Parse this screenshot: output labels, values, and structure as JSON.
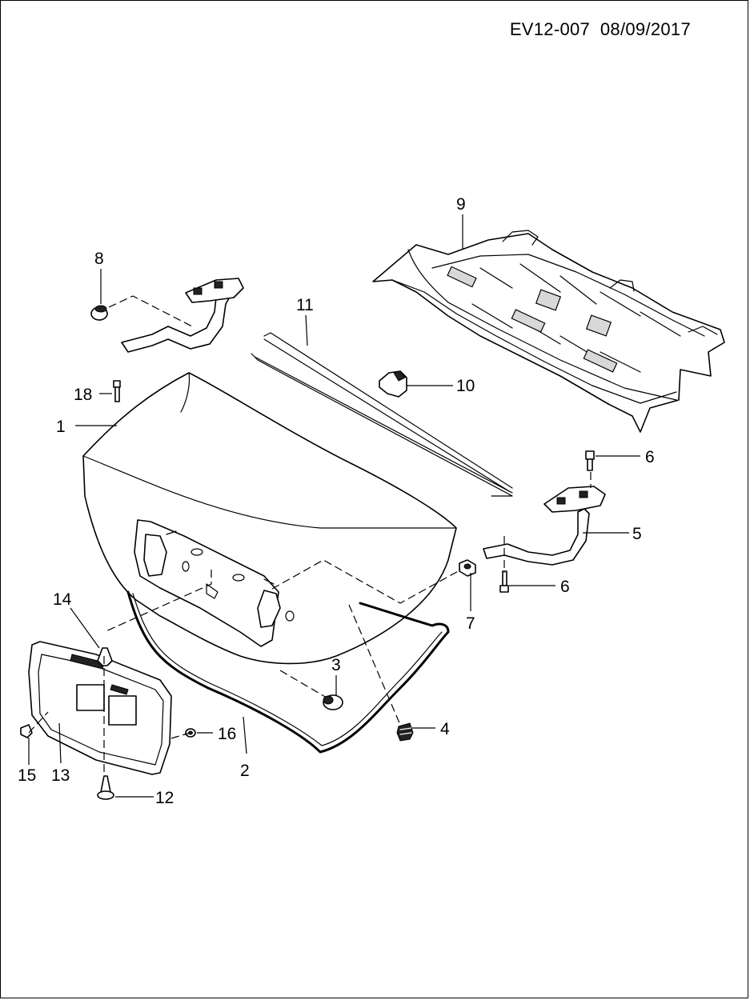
{
  "header": {
    "sheet_code": "EV12-007  08/09/2017"
  },
  "callouts": [
    {
      "id": "1",
      "label": "1"
    },
    {
      "id": "2",
      "label": "2"
    },
    {
      "id": "3",
      "label": "3"
    },
    {
      "id": "4",
      "label": "4"
    },
    {
      "id": "5",
      "label": "5"
    },
    {
      "id": "6a",
      "label": "6"
    },
    {
      "id": "6b",
      "label": "6"
    },
    {
      "id": "7",
      "label": "7"
    },
    {
      "id": "8",
      "label": "8"
    },
    {
      "id": "9",
      "label": "9"
    },
    {
      "id": "10",
      "label": "10"
    },
    {
      "id": "11",
      "label": "11"
    },
    {
      "id": "12",
      "label": "12"
    },
    {
      "id": "13",
      "label": "13"
    },
    {
      "id": "14",
      "label": "14"
    },
    {
      "id": "15",
      "label": "15"
    },
    {
      "id": "16",
      "label": "16"
    },
    {
      "id": "18",
      "label": "18"
    }
  ]
}
